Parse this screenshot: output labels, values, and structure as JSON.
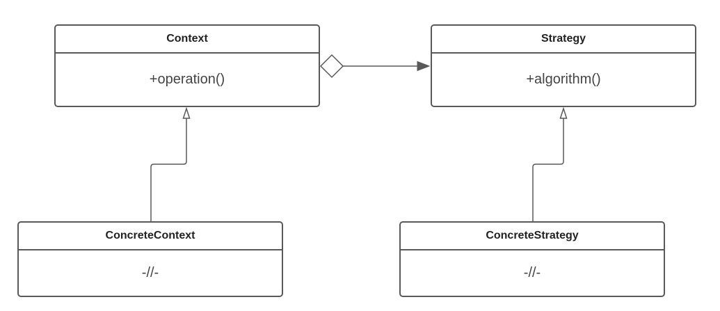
{
  "diagram": {
    "classes": [
      {
        "id": "context",
        "name": "Context",
        "members": "+operation()"
      },
      {
        "id": "strategy",
        "name": "Strategy",
        "members": "+algorithm()"
      },
      {
        "id": "concrete_context",
        "name": "ConcreteContext",
        "members": "-//-"
      },
      {
        "id": "concrete_strategy",
        "name": "ConcreteStrategy",
        "members": "-//-"
      }
    ],
    "relationships": [
      {
        "type": "aggregation",
        "from": "Context",
        "to": "Strategy"
      },
      {
        "type": "generalization",
        "from": "ConcreteContext",
        "to": "Context"
      },
      {
        "type": "generalization",
        "from": "ConcreteStrategy",
        "to": "Strategy"
      }
    ],
    "colors": {
      "stroke": "#595959",
      "title_text": "#222222",
      "member_text": "#444444",
      "background": "#ffffff"
    }
  }
}
